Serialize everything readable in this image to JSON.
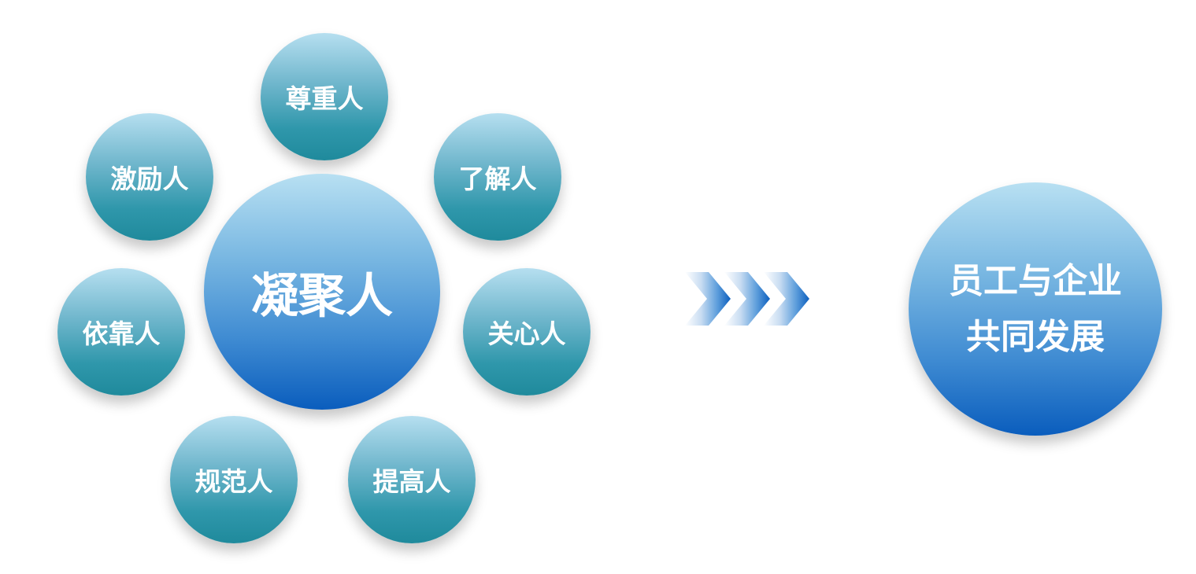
{
  "center_circle": {
    "label": "凝聚人"
  },
  "satellites": [
    {
      "id": "zunzhong",
      "label": "尊重人"
    },
    {
      "id": "liaojie",
      "label": "了解人"
    },
    {
      "id": "guanxin",
      "label": "关心人"
    },
    {
      "id": "tigao",
      "label": "提高人"
    },
    {
      "id": "guifan",
      "label": "规范人"
    },
    {
      "id": "yikao",
      "label": "依靠人"
    },
    {
      "id": "jili",
      "label": "激励人"
    }
  ],
  "arrow": {
    "icon": "triple-chevron-right-icon"
  },
  "result_circle": {
    "line1": "员工与企业",
    "line2": "共同发展"
  },
  "colors": {
    "satellite_top": "#b6dff0",
    "satellite_bottom": "#1f8a9c",
    "main_top": "#b8e0f2",
    "main_bottom": "#0a5dbd",
    "chevron": "#1a6ec2"
  }
}
